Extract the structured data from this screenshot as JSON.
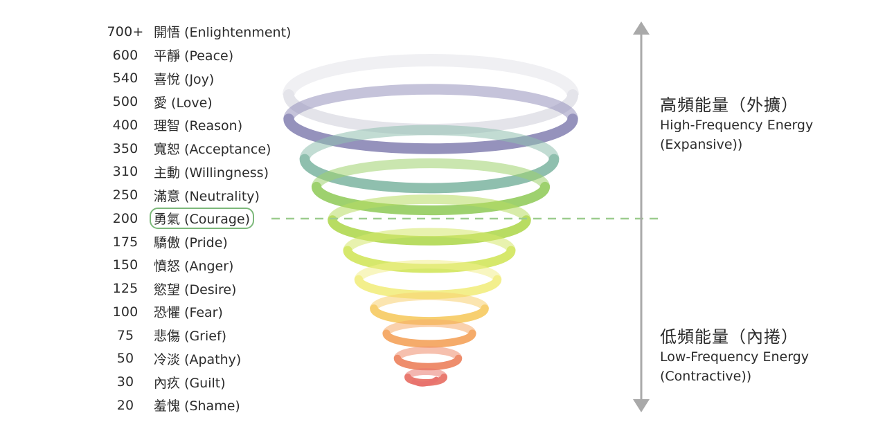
{
  "levels": [
    {
      "value": "700+",
      "label": "開悟 (Enlightenment)"
    },
    {
      "value": "600",
      "label": "平靜 (Peace)"
    },
    {
      "value": "540",
      "label": "喜悅 (Joy)"
    },
    {
      "value": "500",
      "label": "愛  (Love)"
    },
    {
      "value": "400",
      "label": "理智 (Reason)"
    },
    {
      "value": "350",
      "label": "寬恕 (Acceptance)"
    },
    {
      "value": "310",
      "label": "主動 (Willingness)"
    },
    {
      "value": "250",
      "label": "滿意 (Neutrality)"
    },
    {
      "value": "200",
      "label": "勇氣 (Courage)"
    },
    {
      "value": "175",
      "label": "驕傲 (Pride)"
    },
    {
      "value": "150",
      "label": "憤怒 (Anger)"
    },
    {
      "value": "125",
      "label": "慾望 (Desire)"
    },
    {
      "value": "100",
      "label": "恐懼 (Fear)"
    },
    {
      "value": "75",
      "label": "悲傷 (Grief)"
    },
    {
      "value": "50",
      "label": "冷淡 (Apathy)"
    },
    {
      "value": "30",
      "label": "內疚 (Guilt)"
    },
    {
      "value": "20",
      "label": "羞愧 (Shame)"
    }
  ],
  "highlighted_value": "200",
  "high_frequency": {
    "zh": "高頻能量（外擴）",
    "en_line1": "High-Frequency Energy",
    "en_line2": "(Expansive))"
  },
  "low_frequency": {
    "zh": "低頻能量（內捲）",
    "en_line1": "Low-Frequency Energy",
    "en_line2": "(Contractive))"
  },
  "colors": {
    "text": "#2b2b2b",
    "highlight_border": "#7cb87a",
    "dashed_line": "#9ccc8e",
    "arrow": "#a9a9a9",
    "spiral_gradient": [
      "#e6e6ec",
      "#8f8cb8",
      "#8fbfae",
      "#9fd36a",
      "#cfe46a",
      "#f6ef8a",
      "#f7c46a",
      "#ef8d6a",
      "#e96f6f"
    ]
  }
}
